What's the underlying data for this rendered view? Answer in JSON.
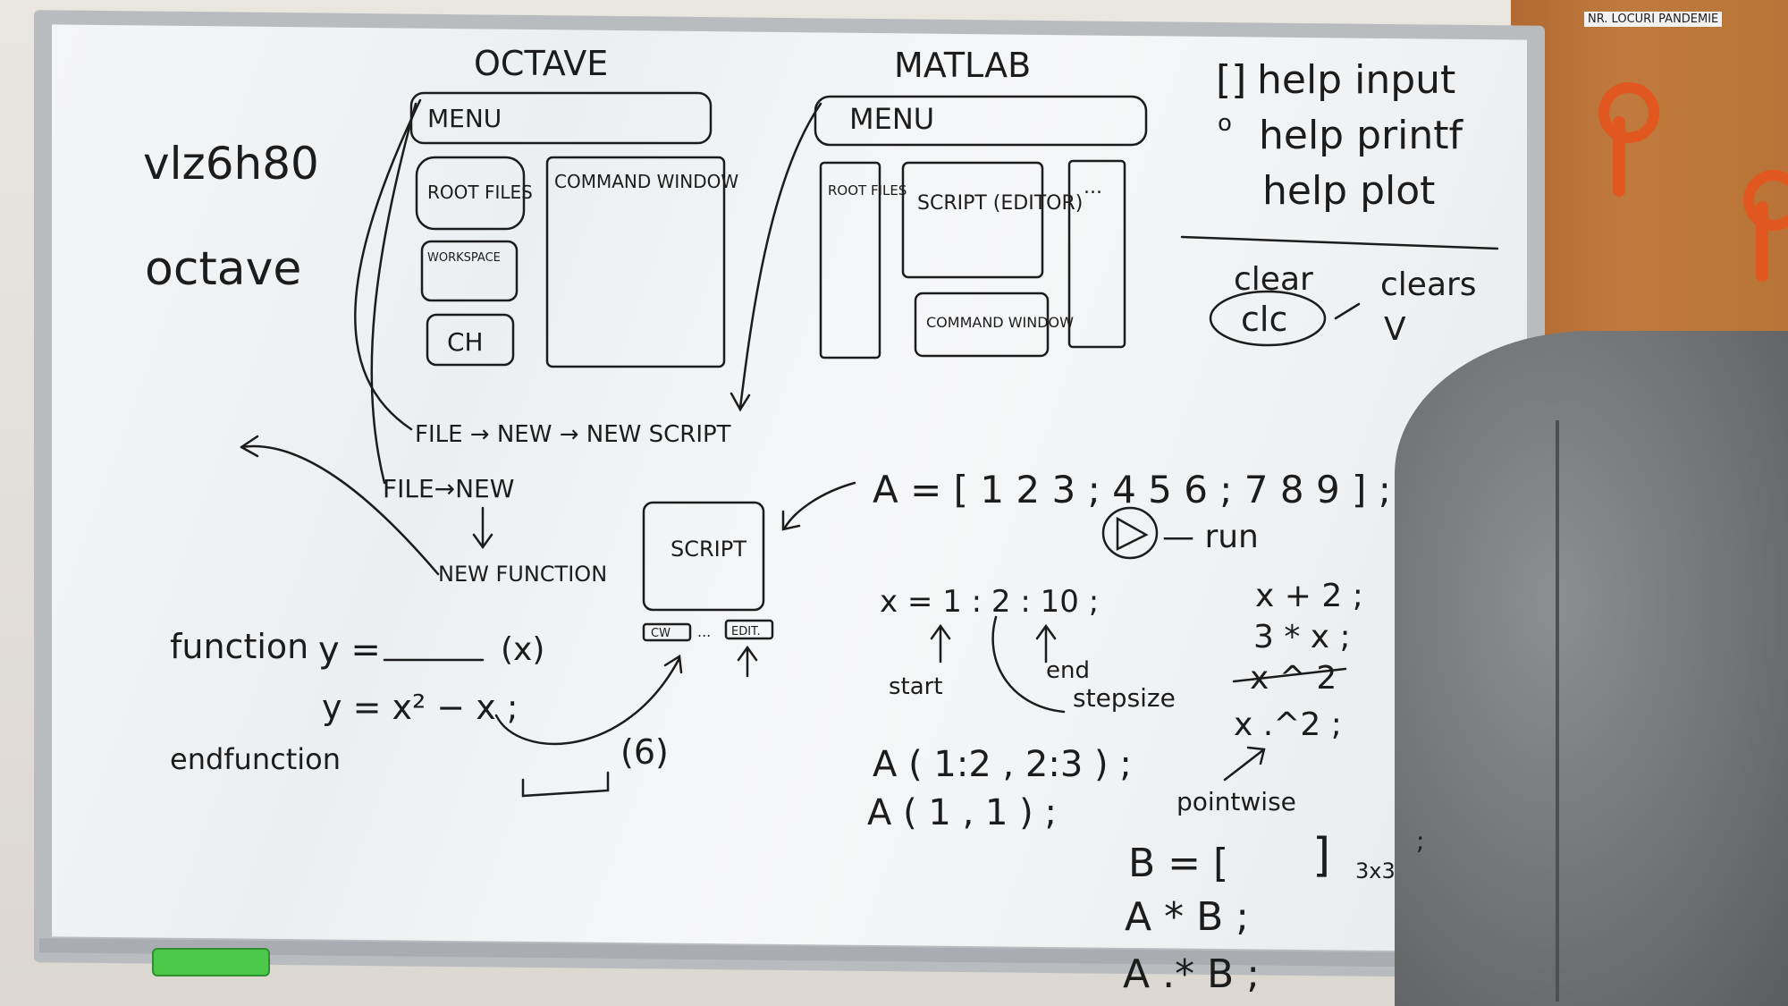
{
  "board": {
    "left_notes": {
      "code": "vlz6h80",
      "app": "octave"
    },
    "octave": {
      "title": "OCTAVE",
      "menu": "MENU",
      "root_files": "ROOT FILES",
      "workspace": "WORKSPACE",
      "ch": "CH",
      "command_window": "COMMAND WINDOW",
      "path_script": "FILE → NEW → NEW SCRIPT",
      "path_new": "FILE→NEW",
      "new_function": "NEW FUNCTION"
    },
    "matlab": {
      "title": "MATLAB",
      "menu": "MENU",
      "root_files": "ROOT FILES",
      "script_editor": "SCRIPT (EDITOR)",
      "command_window": "COMMAND WINDOW",
      "dots": "..."
    },
    "help": {
      "bracket_note": "[]",
      "circle_note": "o",
      "lines": [
        "help input",
        "help printf",
        "help plot"
      ]
    },
    "clear": {
      "clear_label": "clear",
      "clc_label": "clc",
      "clears_label": "clears",
      "v_label": "V"
    },
    "script_box": {
      "label": "SCRIPT",
      "cw": "CW",
      "dots": "...",
      "edit": "EDIT."
    },
    "matrix_line": "A = [ 1 2 3 ; 4 5 6 ; 7 8 9 ] ;",
    "run_label": "— run",
    "range": {
      "expr": "x = 1 : 2 : 10 ;",
      "start": "start",
      "end": "end",
      "stepsize": "stepsize"
    },
    "right_ops": [
      "x + 2 ;",
      "3 * x ;",
      "x ^ 2",
      "x .^2 ;"
    ],
    "pointwise": "pointwise",
    "b_matrix": {
      "expr": "B = [",
      "close": "]",
      "size": "3x3",
      "semi": ";"
    },
    "mult": [
      "A * B ;",
      "A .* B ;"
    ],
    "function_block": {
      "keyword": "function",
      "y_eq": "y =",
      "args": "(x)",
      "body": "y = x² − x ;",
      "end": "endfunction",
      "call_arg": "(6)"
    },
    "indexing": [
      "A ( 1:2 , 2:3 ) ;",
      "A ( 1 , 1 ) ;"
    ]
  },
  "notice": "NR. LOCURI PANDEMIE"
}
